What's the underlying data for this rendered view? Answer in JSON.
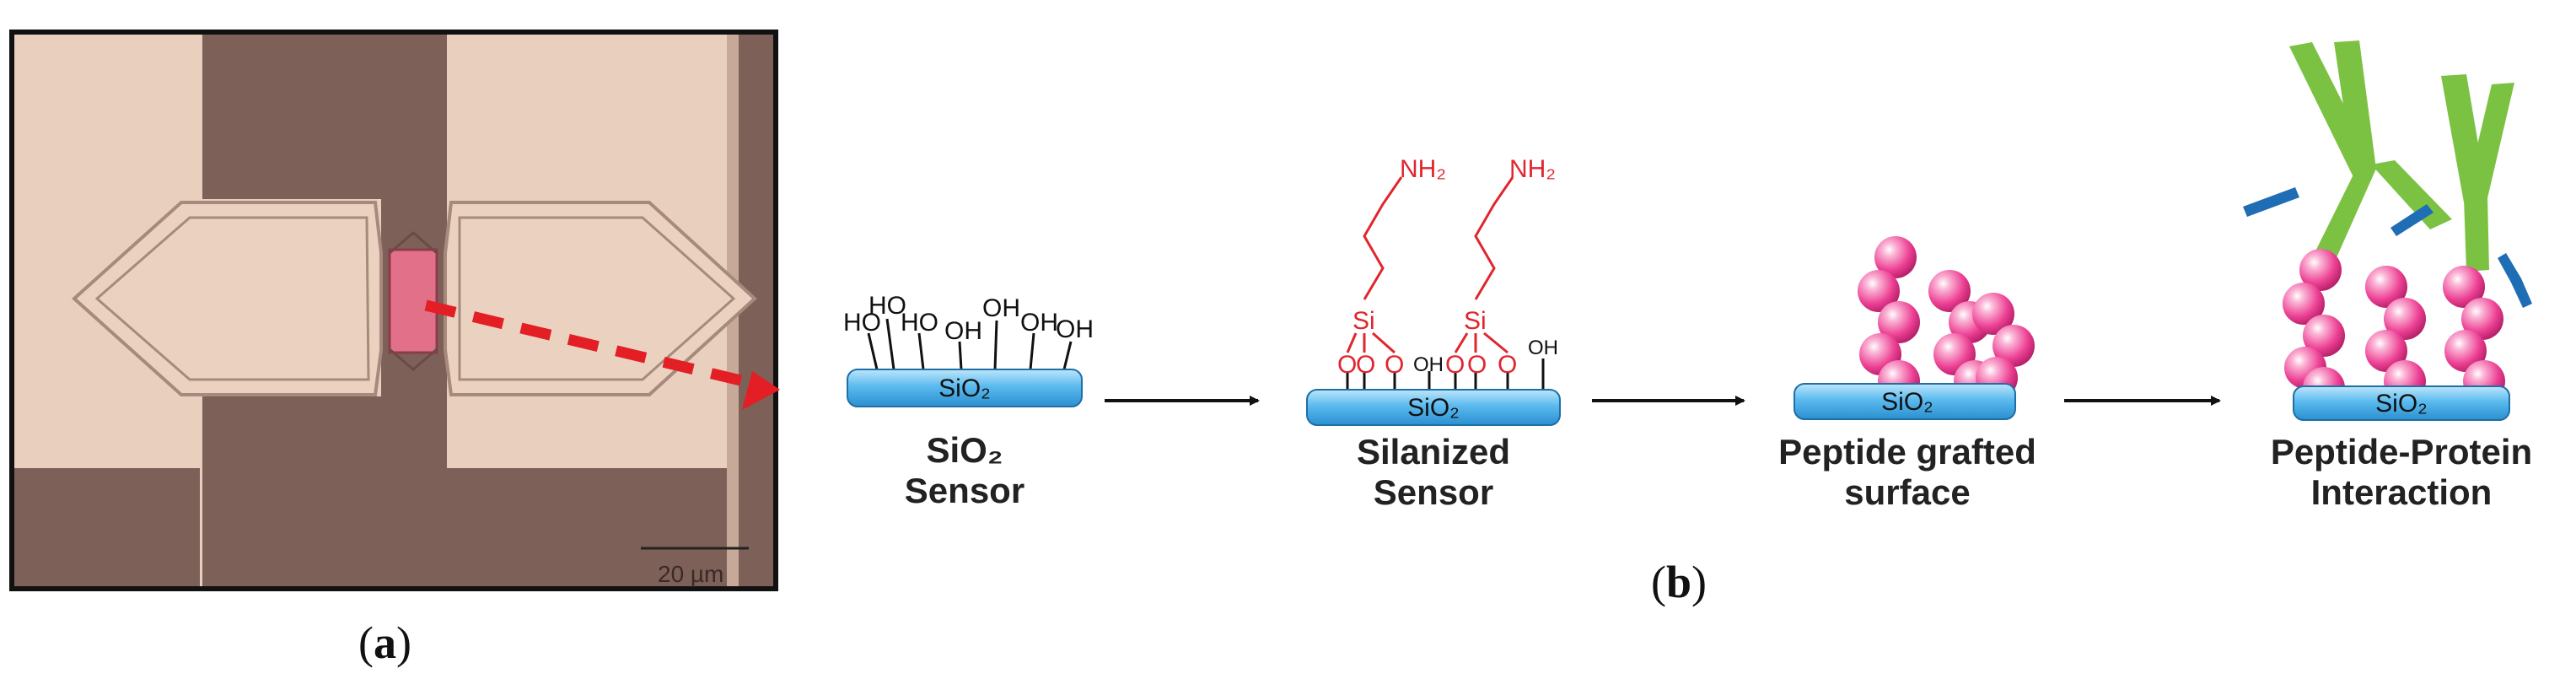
{
  "panel_a": {
    "label_open": "(",
    "label_letter": "a",
    "label_close": ")",
    "scale_bar_text": "20 µm"
  },
  "panel_b": {
    "label_open": "(",
    "label_letter": "b",
    "label_close": ")",
    "steps": [
      {
        "caption_line1": "SiO₂",
        "caption_line2": "Sensor",
        "substrate": "SiO₂"
      },
      {
        "caption_line1": "Silanized",
        "caption_line2": "Sensor",
        "substrate": "SiO₂"
      },
      {
        "caption_line1": "Peptide grafted",
        "caption_line2": "surface",
        "substrate": "SiO₂"
      },
      {
        "caption_line1": "Peptide-Protein",
        "caption_line2": "Interaction",
        "substrate": "SiO₂"
      }
    ],
    "chem": {
      "oh": "OH",
      "ho": "HO",
      "nh2": "NH₂",
      "si": "Si",
      "o": "O"
    }
  },
  "colors": {
    "micrograph_bg": "#ead0bf",
    "electrode_dark": "#7d6058",
    "arrow_red": "#e31e24",
    "substrate_blue": "#56b5ea",
    "peptide_pink": "#ee3f94",
    "antibody_green": "#7cc242",
    "antigen_blue": "#1f6db5",
    "silane_red": "#e0262e"
  }
}
